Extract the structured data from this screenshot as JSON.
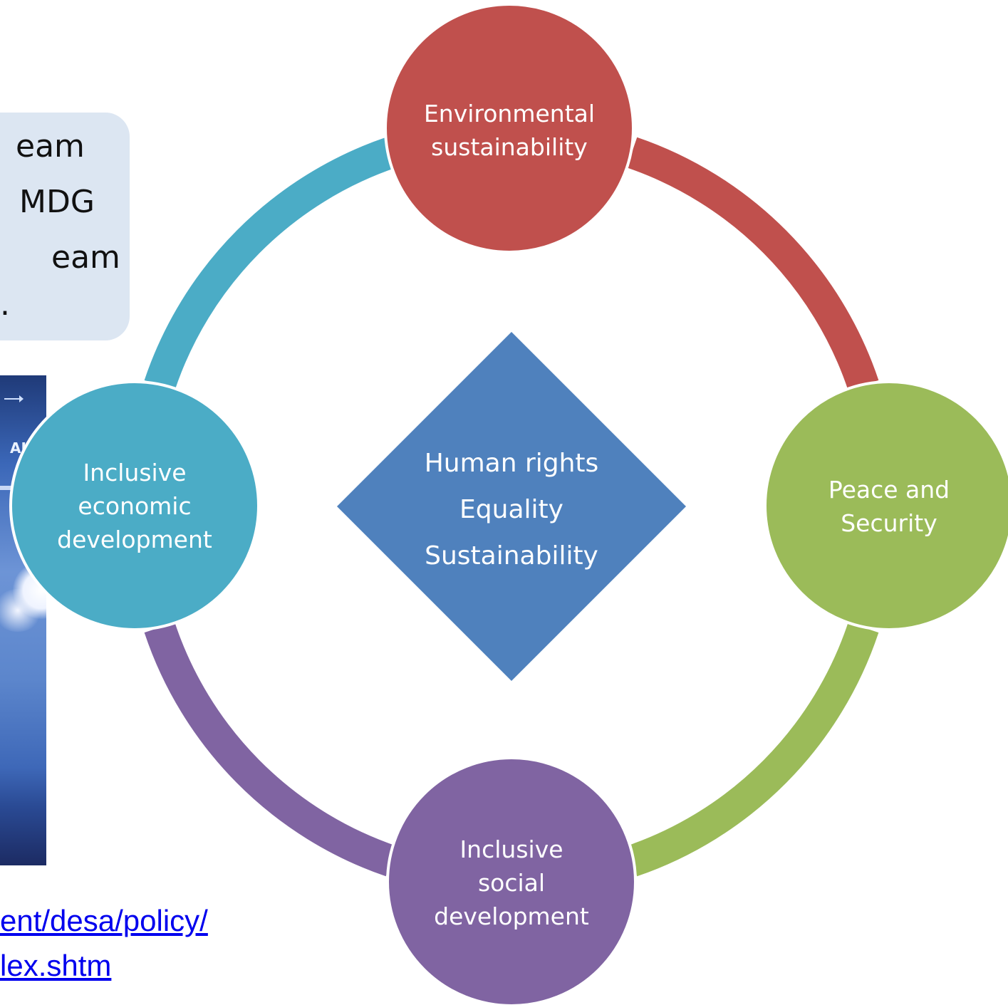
{
  "callout": {
    "lines": [
      "eam",
      "MDG",
      "."
    ]
  },
  "report_cover": {
    "visible_text": "AIL"
  },
  "link": {
    "lines": [
      "ent/desa/policy/",
      "lex.shtm"
    ]
  },
  "diagram": {
    "center": {
      "items": [
        "Human rights",
        "Equality",
        "Sustainability"
      ]
    },
    "nodes": {
      "top": {
        "lines": [
          "Environmental",
          "sustainability"
        ],
        "color": "#c0504d"
      },
      "right": {
        "lines": [
          "Peace and",
          "Security"
        ],
        "color": "#9bbb59"
      },
      "bottom": {
        "lines": [
          "Inclusive",
          "social",
          "development"
        ],
        "color": "#8064a2"
      },
      "left": {
        "lines": [
          "Inclusive",
          "economic",
          "development"
        ],
        "color": "#4bacc6"
      }
    },
    "center_color": "#4f81bd"
  }
}
